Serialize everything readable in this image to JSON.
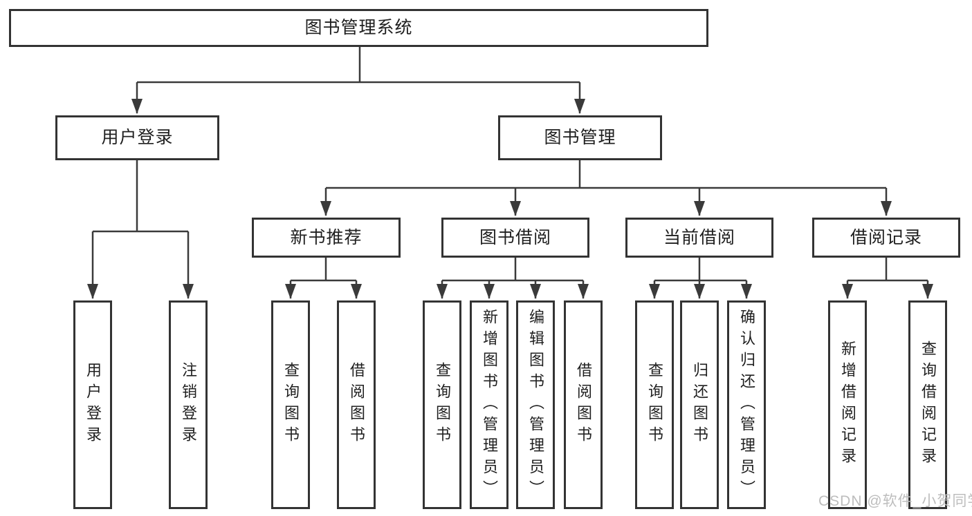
{
  "nodes": {
    "root": {
      "label": "图书管理系统"
    },
    "user_login": {
      "label": "用户登录"
    },
    "book_management": {
      "label": "图书管理"
    },
    "new_book_recommend": {
      "label": "新书推荐"
    },
    "book_borrowing": {
      "label": "图书借阅"
    },
    "current_borrowing": {
      "label": "当前借阅"
    },
    "borrowing_records": {
      "label": "借阅记录"
    },
    "leaf_user_login": {
      "label": "用户登录"
    },
    "leaf_logout": {
      "label": "注销登录"
    },
    "leaf_nb_query_book": {
      "label": "查询图书"
    },
    "leaf_nb_borrow_book": {
      "label": "借阅图书"
    },
    "leaf_bb_query_book": {
      "label": "查询图书"
    },
    "leaf_bb_add_book_admin": {
      "label": "新增图书（管理员）"
    },
    "leaf_bb_edit_book_admin": {
      "label": "编辑图书（管理员）"
    },
    "leaf_bb_borrow_book": {
      "label": "借阅图书"
    },
    "leaf_cb_query_book": {
      "label": "查询图书"
    },
    "leaf_cb_return_book": {
      "label": "归还图书"
    },
    "leaf_cb_confirm_return_admin": {
      "label": "确认归还（管理员）"
    },
    "leaf_br_add_record": {
      "label": "新增借阅记录"
    },
    "leaf_br_query_record": {
      "label": "查询借阅记录"
    }
  },
  "watermark": {
    "text": "CSDN @软件_小贺同学"
  },
  "colors": {
    "line": "#3a3a3a",
    "box_border": "#333333",
    "text": "#1f1f1f",
    "watermark": "#bdbdbd",
    "background": "#ffffff"
  }
}
